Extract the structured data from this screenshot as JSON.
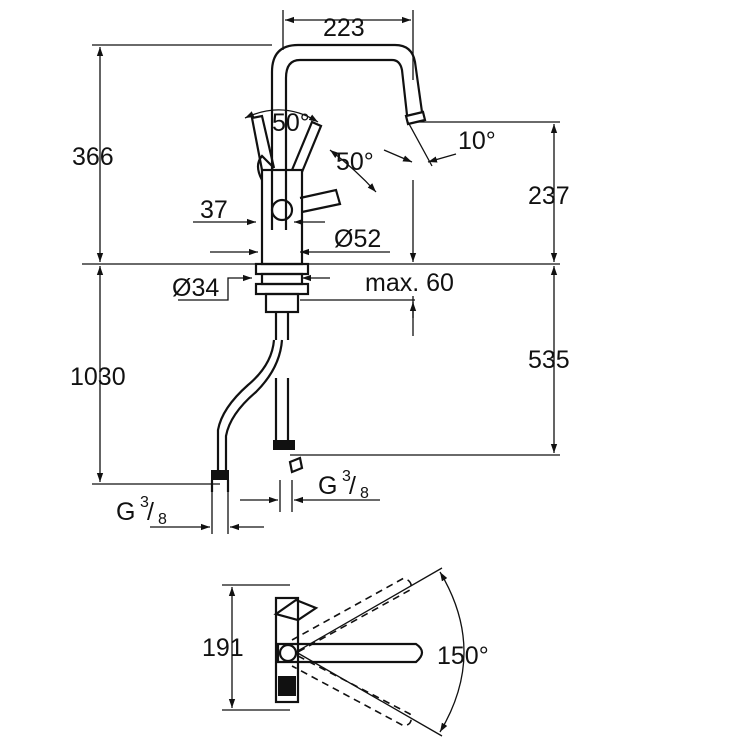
{
  "front_view": {
    "width_spout": "223",
    "angle_lever_left": "50°",
    "angle_lever_right": "50°",
    "angle_spout_tip": "10°",
    "height_total_above": "366",
    "height_spout_outlet": "237",
    "offset_lever": "37",
    "diameter_body": "Ø52",
    "diameter_shank": "Ø34",
    "max_counter": "max. 60",
    "depth_below": "1030",
    "depth_connection": "535",
    "thread_left_main": "G",
    "thread_left_num": "3",
    "thread_left_den": "8",
    "thread_right_main": "G",
    "thread_right_num": "3",
    "thread_right_den": "8"
  },
  "top_view": {
    "depth": "191",
    "swivel_angle": "150°"
  },
  "colors": {
    "line": "#111111",
    "background": "#ffffff"
  }
}
